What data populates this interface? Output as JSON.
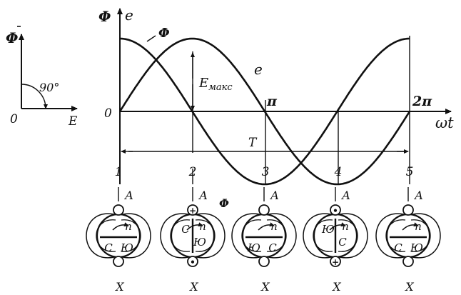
{
  "phasor": {
    "phi_label": "Φ",
    "origin_label": "0",
    "e_label": "E",
    "angle_label": "90°"
  },
  "graph": {
    "y_label_phi": "Φ",
    "y_label_e": "e",
    "origin_label": "0",
    "pi_label": "π",
    "two_pi_label": "2π",
    "x_label": "ωt",
    "phi_curve_label": "Φ",
    "e_curve_label": "e",
    "emax_label": "E",
    "emax_sub": "макс",
    "period_label": "T",
    "point_labels": [
      "1",
      "2",
      "3",
      "4",
      "5"
    ]
  },
  "generators": [
    {
      "a": "A",
      "x": "X",
      "n": "n",
      "pole_top": "С",
      "pole_bottom": "Ю",
      "flux": ""
    },
    {
      "a": "A",
      "x": "X",
      "n": "n",
      "pole_top": "С",
      "pole_bottom": "Ю",
      "flux": "Φ",
      "top_mark": "+",
      "bottom_mark": "•"
    },
    {
      "a": "A",
      "x": "X",
      "n": "n",
      "pole_top": "Ю",
      "pole_bottom": "С",
      "flux": ""
    },
    {
      "a": "A",
      "x": "X",
      "n": "n",
      "pole_top": "Ю",
      "pole_bottom": "С",
      "flux": "",
      "top_mark": "•",
      "bottom_mark": "+"
    },
    {
      "a": "A",
      "x": "X",
      "n": "n",
      "pole_top": "С",
      "pole_bottom": "Ю",
      "flux": ""
    }
  ]
}
